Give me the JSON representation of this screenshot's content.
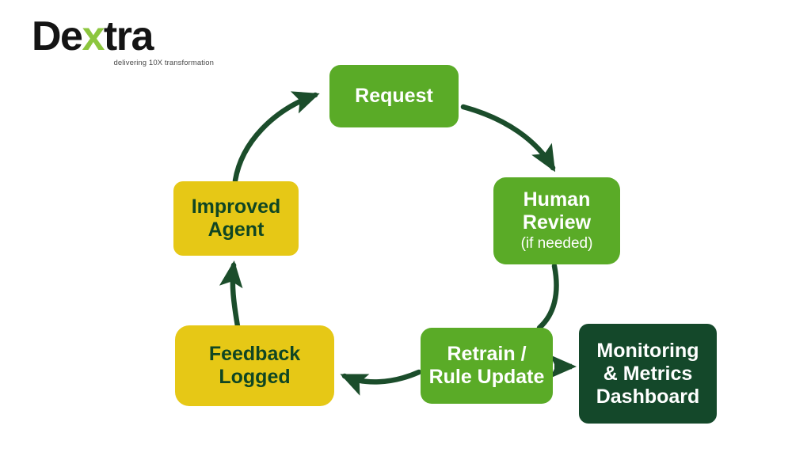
{
  "logo": {
    "name_part1": "De",
    "name_accent": "x",
    "name_part2": "tra",
    "tagline": "delivering 10X transformation",
    "accent_color": "#8cc63e",
    "text_color": "#141414"
  },
  "diagram": {
    "type": "cycle-flowchart",
    "colors": {
      "green": "#5aab27",
      "yellow": "#e6c816",
      "dark_green": "#14482a",
      "arrow": "#1b4d2b",
      "white_text": "#ffffff",
      "dark_text": "#0f4623"
    },
    "nodes": [
      {
        "id": "request",
        "lines": [
          "Request"
        ],
        "style": "green"
      },
      {
        "id": "human-review",
        "lines": [
          "Human",
          "Review"
        ],
        "sub": "(if needed)",
        "style": "green"
      },
      {
        "id": "retrain",
        "lines": [
          "Retrain /",
          "Rule Update"
        ],
        "style": "green"
      },
      {
        "id": "monitoring",
        "lines": [
          "Monitoring",
          "& Metrics",
          "Dashboard"
        ],
        "style": "dark"
      },
      {
        "id": "feedback",
        "lines": [
          "Feedback",
          "Logged"
        ],
        "style": "yellow"
      },
      {
        "id": "improved",
        "lines": [
          "Improved",
          "Agent"
        ],
        "style": "yellow"
      }
    ],
    "connections": [
      {
        "from": "request",
        "to": "human-review",
        "arrowhead": true,
        "shape": "curve"
      },
      {
        "from": "human-review",
        "to": "retrain",
        "arrowhead": false,
        "shape": "curve"
      },
      {
        "from": "retrain",
        "to": "monitoring",
        "arrowhead": true,
        "shape": "straight"
      },
      {
        "from": "retrain",
        "to": "feedback",
        "arrowhead": true,
        "shape": "curve"
      },
      {
        "from": "feedback",
        "to": "improved",
        "arrowhead": true,
        "shape": "curve"
      },
      {
        "from": "improved",
        "to": "request",
        "arrowhead": true,
        "shape": "curve"
      }
    ]
  }
}
